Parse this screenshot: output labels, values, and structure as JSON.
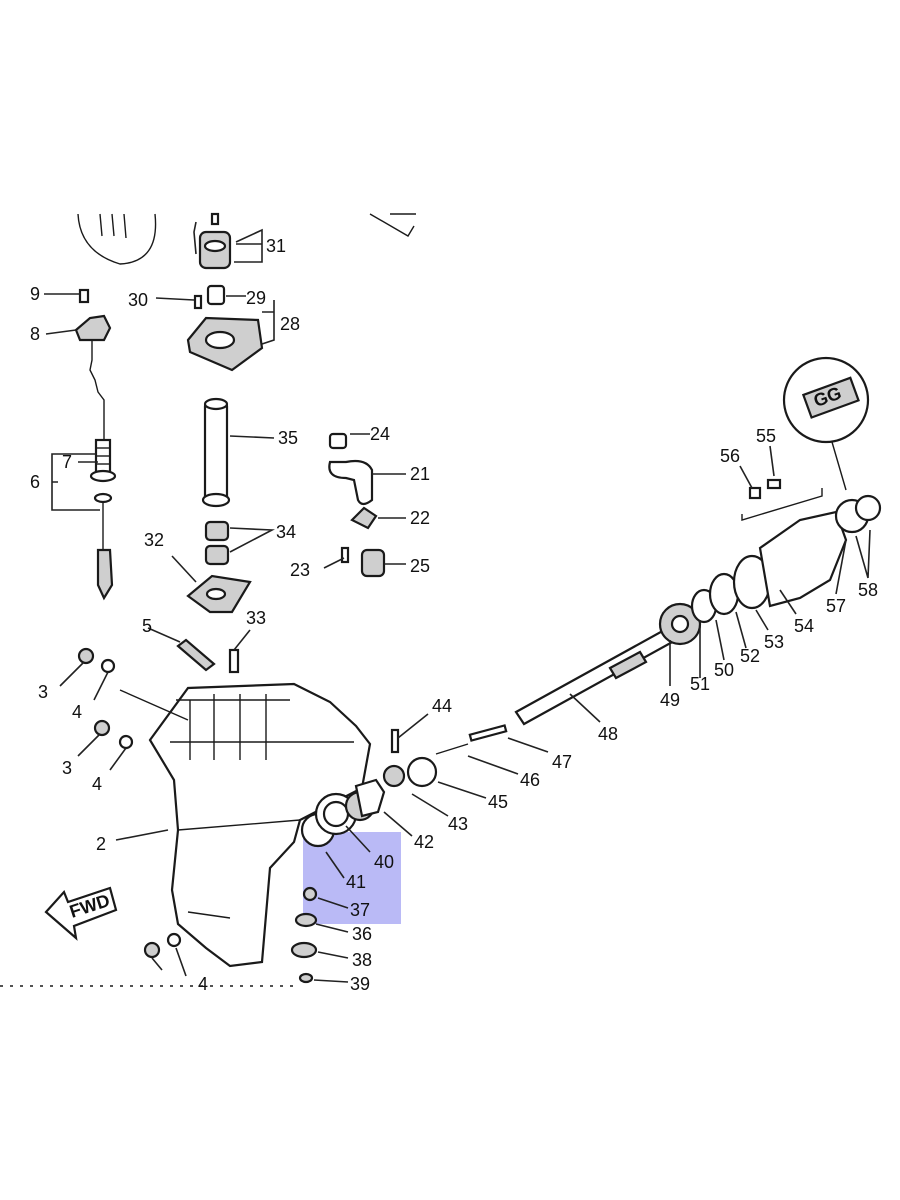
{
  "diagram": {
    "highlight_color": "#8c8cf0",
    "callouts": {
      "c2": "2",
      "c3a": "3",
      "c3b": "3",
      "c4a": "4",
      "c4b": "4",
      "c4c": "4",
      "c5": "5",
      "c6": "6",
      "c7": "7",
      "c8": "8",
      "c9": "9",
      "c21": "21",
      "c22": "22",
      "c23": "23",
      "c24": "24",
      "c25": "25",
      "c28": "28",
      "c29": "29",
      "c30": "30",
      "c31": "31",
      "c32": "32",
      "c33": "33",
      "c34": "34",
      "c35": "35",
      "c36": "36",
      "c37": "37",
      "c38": "38",
      "c39": "39",
      "c40": "40",
      "c41": "41",
      "c42": "42",
      "c43": "43",
      "c44": "44",
      "c45": "45",
      "c46": "46",
      "c47": "47",
      "c48": "48",
      "c49": "49",
      "c50": "50",
      "c51": "51",
      "c52": "52",
      "c53": "53",
      "c54": "54",
      "c55": "55",
      "c56": "56",
      "c57": "57",
      "c58": "58"
    },
    "fwd_label": "FWD",
    "gg_label": "GG"
  }
}
